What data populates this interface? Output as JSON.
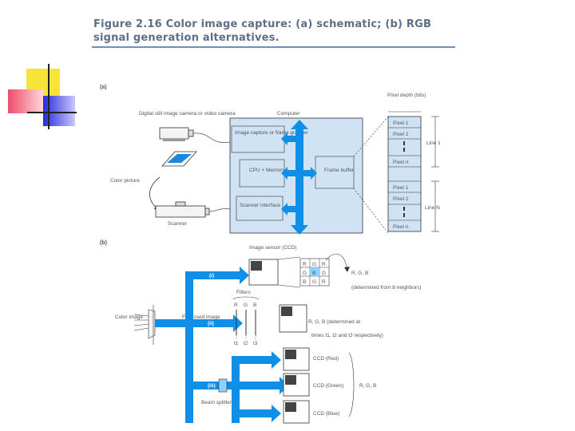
{
  "title": "Figure 2.16  Color image capture: (a) schematic; (b) RGB signal generation alternatives.",
  "colors": {
    "accent": "#0f8fe6",
    "panel": "#cfe3f5",
    "title": "#5b6f86",
    "deco_yellow": "#f7e43a",
    "deco_red": "#f04b6a",
    "deco_blue": "#2a2ad8"
  },
  "part_a": {
    "label": "(a)",
    "camera_label": "Digital still image camera or video camera",
    "computer_label": "Computer",
    "box_capture": "Image capture or frame grabber",
    "box_cpu": "CPU + Memory",
    "box_scanner": "Scanner interface",
    "box_frame": "Frame buffer",
    "color_picture": "Color picture",
    "scanner": "Scanner",
    "pixel_depth": "Pixel depth (bits)",
    "pixels": [
      "Pixel 1",
      "Pixel 2",
      "Pixel n",
      "Pixel 1",
      "Pixel 2",
      "Pixel n"
    ],
    "line_1": "Line 1",
    "line_n": "Line N"
  },
  "part_b": {
    "label": "(b)",
    "sensor_label": "Image sensor (CCD)",
    "i": "(i)",
    "ii": "(ii)",
    "iii": "(iii)",
    "filters_label": "Filters",
    "filters": [
      "R",
      "G",
      "B"
    ],
    "rgb_i": "R, G, B",
    "rgb_i_note": "(determined from 8 neighbors)",
    "rgb_ii": "R, G, B (determined at",
    "rgb_ii_note": "times t1, t2 and t3 respectively)",
    "times": [
      "t1",
      "t2",
      "t3"
    ],
    "color_image": "Color image",
    "focussed_image": "Focussed image",
    "beam_splitter": "Beam splitter",
    "ccd_red": "CCD (Red)",
    "ccd_green": "CCD (Green)",
    "ccd_blue": "CCD (Blue)",
    "rgb_iii": "R, G, B",
    "bayer": [
      "R",
      "G",
      "R",
      "G",
      "B",
      "G",
      "B",
      "G",
      "R"
    ]
  }
}
